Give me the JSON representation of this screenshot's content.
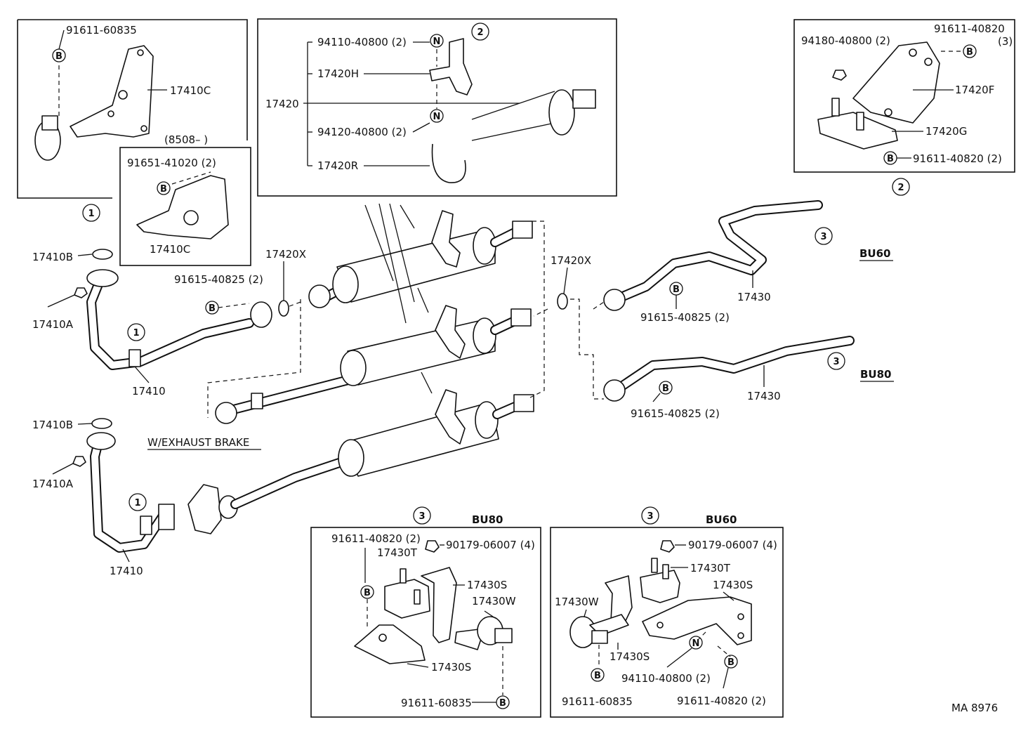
{
  "symbols": {
    "bolt": "B",
    "nut": "N",
    "ref1": "1",
    "ref2": "2",
    "ref3": "3"
  },
  "box1": {
    "bolt_part": "91611-60835",
    "bracket": "17410C"
  },
  "box1b": {
    "date_range": "(8508–     )",
    "bolt_part": "91651-41020 (2)",
    "bracket": "17410C"
  },
  "box2": {
    "part_main": "17420",
    "nut_upper": "94110-40800 (2)",
    "clamp_upper": "17420H",
    "nut_lower": "94120-40800 (2)",
    "clamp_lower": "17420R"
  },
  "box3": {
    "nut": "94180-40800 (2)",
    "bolt_upper": "91611-40820",
    "bolt_upper_qty": "(3)",
    "bracket": "17420F",
    "mount": "17420G",
    "bolt_lower": "91611-40820 (2)"
  },
  "main": {
    "gasket_upper": "17410B",
    "nut_upper": "17410A",
    "gasket_lower": "17410B",
    "nut_lower": "17410A",
    "front_pipe_upper": "17410",
    "front_pipe_lower": "17410",
    "bolt_front": "91615-40825 (2)",
    "ring_left": "17420X",
    "ring_right": "17420X",
    "exhaust_brake": "W/EXHAUST BRAKE",
    "tail_bu60": "17430",
    "tail_bu80": "17430",
    "bolt_bu60": "91615-40825 (2)",
    "bolt_bu80": "91615-40825 (2)",
    "model_bu60": "BU60",
    "model_bu80": "BU80"
  },
  "box4": {
    "model": "BU80",
    "bolt_a": "91611-40820 (2)",
    "nut": "90179-06007 (4)",
    "rubber": "17430T",
    "bracket_a": "17430S",
    "clamp": "17430W",
    "bracket_b": "17430S",
    "bolt_b": "91611-60835"
  },
  "box5": {
    "model": "BU60",
    "nut": "90179-06007 (4)",
    "rubber": "17430T",
    "bracket_a": "17430S",
    "clamp": "17430W",
    "bracket_b": "17430S",
    "nut_b": "94110-40800 (2)",
    "bolt_a": "91611-60835",
    "bolt_b": "91611-40820 (2)"
  },
  "ref_code": "MA 8976"
}
